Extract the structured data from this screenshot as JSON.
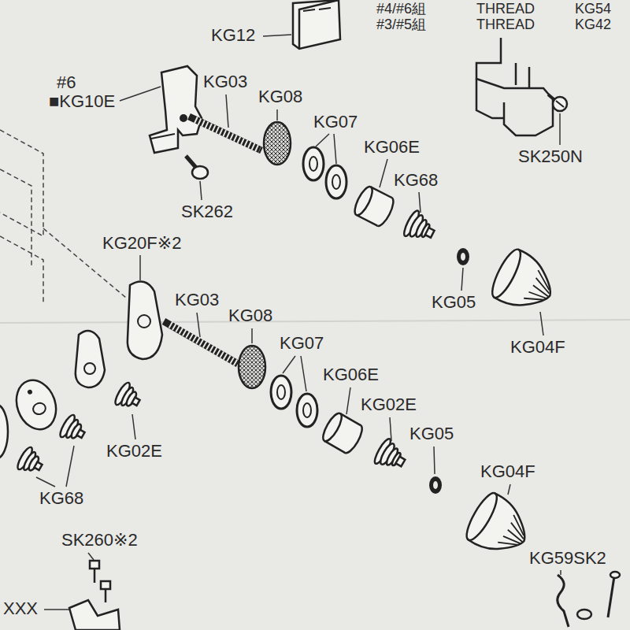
{
  "diagram": {
    "labels": [
      "#4/#6組",
      "THREAD",
      "KG54",
      "#3/#5組",
      "THREAD",
      "KG42",
      "KG12",
      "#6",
      "■KG10E",
      "KG03",
      "KG08",
      "KG07",
      "KG06E",
      "SK250N",
      "KG68",
      "SK262",
      "KG20F※2",
      "KG03",
      "KG05",
      "KG08",
      "KG07",
      "KG04F",
      "KG06E",
      "KG02E",
      "KG05",
      "KG02E",
      "KG04F",
      "KG68",
      "SK260※2",
      "KG59SK2",
      "XXX"
    ]
  }
}
